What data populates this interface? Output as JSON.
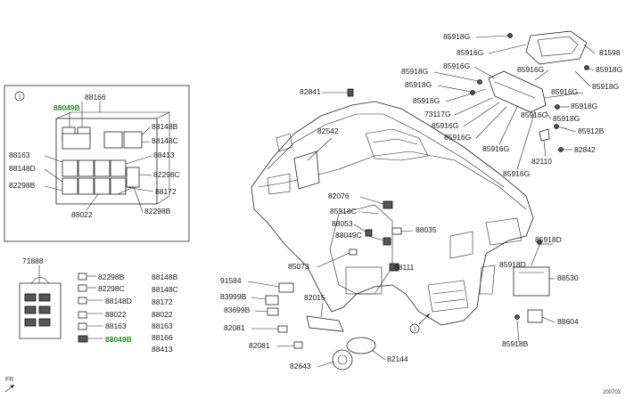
{
  "colors": {
    "highlight": "#2e8b2e",
    "line": "#222222"
  },
  "inset": {
    "callout": "1",
    "labels": {
      "p88049B": "88049B",
      "p88166": "88166",
      "p88148B": "88148B",
      "p88148C": "88148C",
      "p88163": "88163",
      "p88413": "88413",
      "p88148D": "88148D",
      "p82298C": "82298C",
      "p82298B_left": "82298B",
      "p88172": "88172",
      "p88022": "88022",
      "p82298B_right": "82298B"
    }
  },
  "relay_legend": {
    "main_part": "71888",
    "keys": [
      "82298B",
      "82298C",
      "88148D",
      "88022",
      "88163",
      "88049B"
    ],
    "values": [
      "88148B",
      "88148C",
      "88172",
      "88022",
      "88163",
      "88166",
      "88413"
    ]
  },
  "labels": {
    "p85918G_a": "85918G",
    "p85916G_a": "85916G",
    "p85918G_b": "85918G",
    "p85916G_b": "85916G",
    "p85918G_c": "85918G",
    "p85916G_c": "85916G",
    "p73117G": "73117G",
    "p85916G_d": "85916G",
    "p85916G_e": "85916G",
    "p85916G_f": "85916G",
    "p85916G_g": "85916G",
    "p85916G_h": "85916G",
    "p85916G_i": "85916G",
    "p81598": "81598",
    "p85918G_r1": "85918G",
    "p85918G_r2": "85918G",
    "p85918G_r3": "85918G",
    "p85918G_r4": "85918G",
    "p85912B": "85912B",
    "p82110": "82110",
    "p82842": "82842",
    "p82841": "82841",
    "p82542": "82542",
    "p82076": "82076",
    "p85918C": "85918C",
    "p88053": "88053",
    "p88049C": "88049C",
    "p88035": "88035",
    "p88111": "88111",
    "p85073": "85073",
    "p85918D_a": "85918D",
    "p85918D_b": "85918D",
    "p88530": "88530",
    "p88604": "88604",
    "p85918B": "85918B",
    "p91584": "91584",
    "p83999B": "83999B",
    "p83699B": "83699B",
    "p82015": "82015",
    "p82081_a": "82081",
    "p82081_b": "82081",
    "p82643": "82643",
    "p82144": "82144",
    "callout_main": "1",
    "fr": "FR",
    "code": "200703"
  }
}
